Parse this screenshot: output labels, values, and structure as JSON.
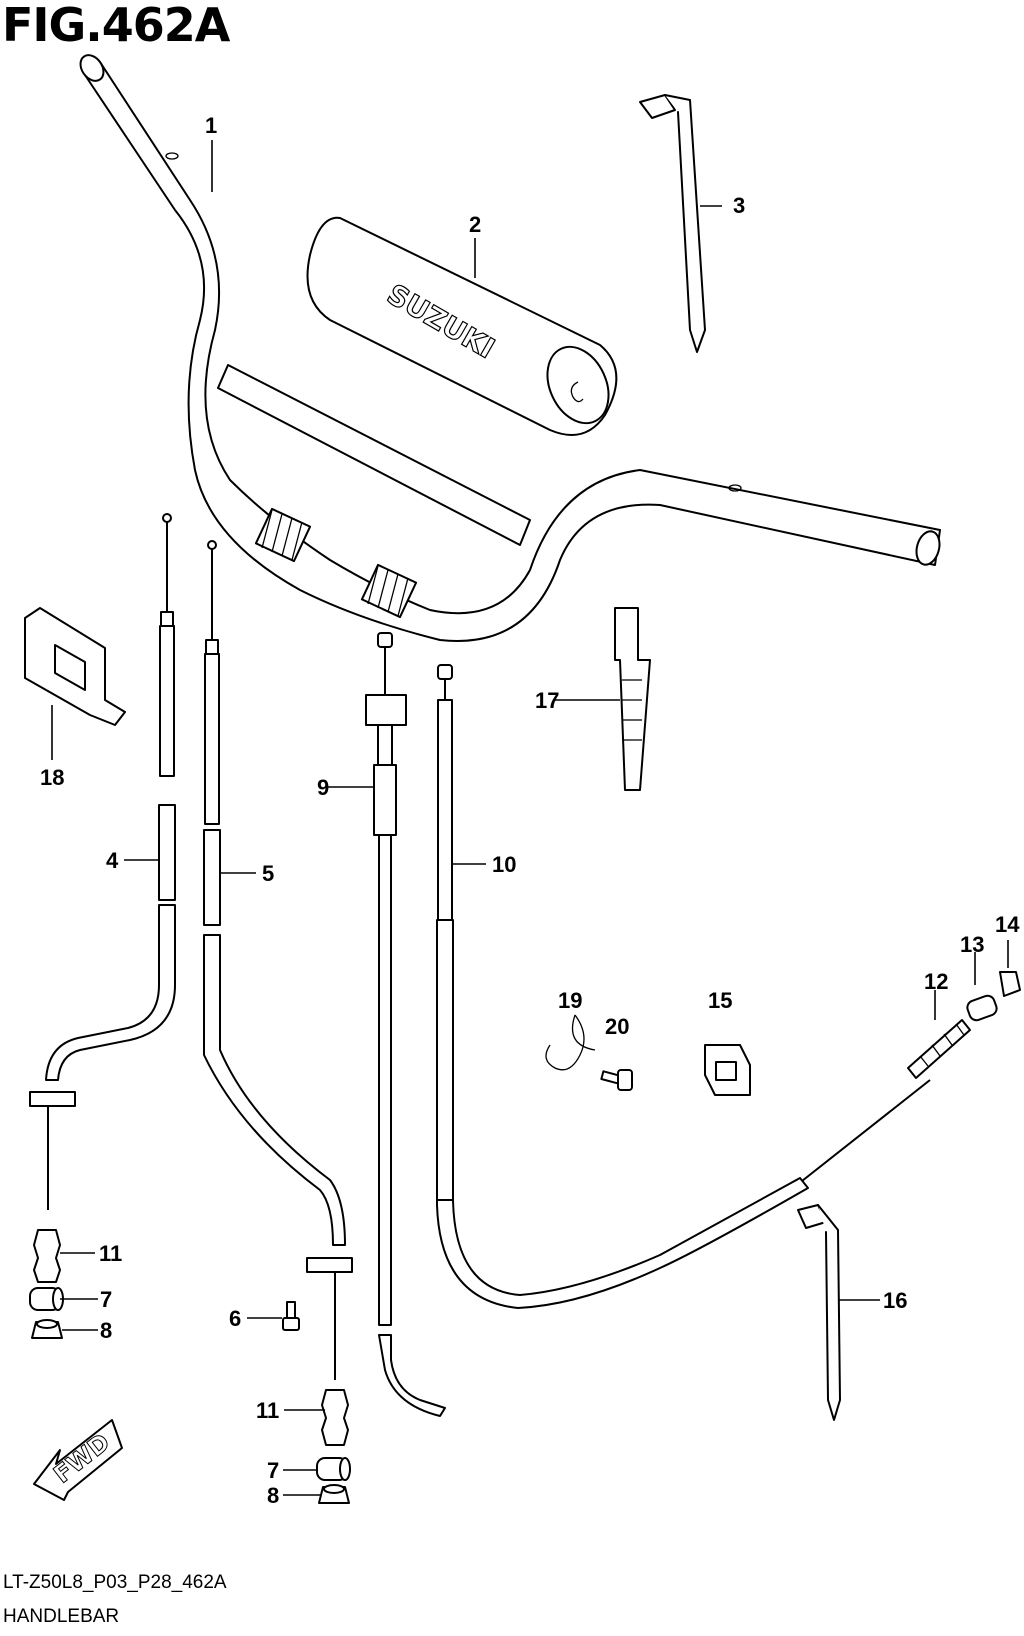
{
  "figure": {
    "title": "FIG.462A",
    "reference_code": "LT-Z50L8_P03_P28_462A",
    "caption": "HANDLEBAR",
    "fwd_label": "FWD",
    "pad_logo": "SUZUKI"
  },
  "callouts": [
    "1",
    "2",
    "3",
    "4",
    "5",
    "6",
    "7",
    "7",
    "8",
    "8",
    "9",
    "10",
    "11",
    "11",
    "12",
    "13",
    "14",
    "15",
    "16",
    "17",
    "18",
    "19",
    "20"
  ]
}
